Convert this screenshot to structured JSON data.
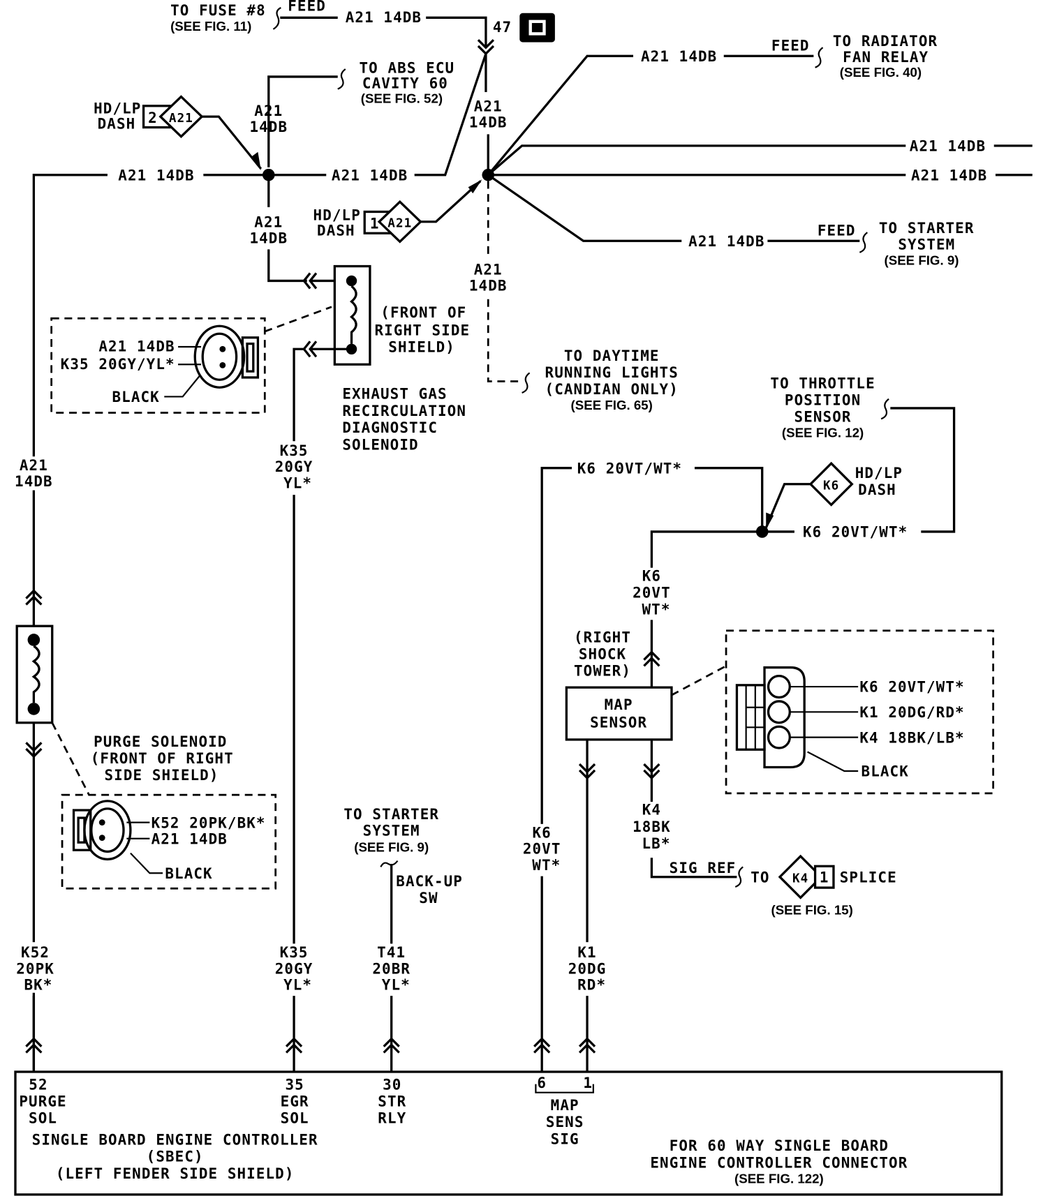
{
  "diagram": {
    "top": {
      "to_fuse": [
        "TO FUSE #8",
        "(SEE FIG. 11)"
      ],
      "feed": "FEED",
      "a21_top": "A21 14DB",
      "connector_pin": "47",
      "to_abs": [
        "TO ABS ECU",
        "CAVITY 60",
        "(SEE FIG. 52)"
      ],
      "to_radiator": [
        "TO RADIATOR",
        "FAN RELAY",
        "(SEE FIG. 40)"
      ],
      "to_starter": [
        "TO STARTER",
        "SYSTEM",
        "(SEE FIG. 9)"
      ],
      "to_drl": [
        "TO DAYTIME",
        "RUNNING LIGHTS",
        "(CANDIAN ONLY)",
        "(SEE FIG. 65)"
      ]
    },
    "wire_labels": {
      "a21": "A21 14DB",
      "a21_line1": "A21",
      "a21_line2": "14DB",
      "k35": [
        "K35",
        "20GY",
        "YL*"
      ],
      "k35_conn": "K35 20GY/YL*",
      "k52": [
        "K52",
        "20PK",
        "BK*"
      ],
      "k52_conn": "K52 20PK/BK*",
      "t41": [
        "T41",
        "20BR",
        "YL*"
      ],
      "k6": [
        "K6",
        "20VT",
        "WT*"
      ],
      "k6_horiz": "K6 20VT/WT*",
      "k1": [
        "K1",
        "20DG",
        "RD*"
      ],
      "k1_conn": "K1 20DG/RD*",
      "k4": [
        "K4",
        "18BK",
        "LB*"
      ],
      "k4_conn": "K4 18BK/LB*"
    },
    "splices": {
      "hdlp": [
        "HD/LP",
        "DASH"
      ],
      "splice2": {
        "num": "2",
        "id": "A21"
      },
      "splice1": {
        "num": "1",
        "id": "A21"
      },
      "k6_splice": {
        "id": "K6"
      },
      "k4_splice": {
        "num": "1",
        "id": "K4",
        "to": "TO",
        "label": "SPLICE",
        "ref": "(SEE FIG. 15)"
      },
      "sig_ref": "SIG REF",
      "feed": "FEED"
    },
    "components": {
      "egr_location": [
        "(FRONT OF",
        "RIGHT SIDE",
        "SHIELD)"
      ],
      "egr_name": [
        "EXHAUST GAS",
        "RECIRCULATION",
        "DIAGNOSTIC",
        "SOLENOID"
      ],
      "purge_name": [
        "PURGE SOLENOID",
        "(FRONT OF RIGHT",
        "SIDE SHIELD)"
      ],
      "connector_color": "BLACK",
      "tps": [
        "TO THROTTLE",
        "POSITION",
        "SENSOR",
        "(SEE FIG. 12)"
      ],
      "map_location": [
        "(RIGHT",
        "SHOCK",
        "TOWER)"
      ],
      "map_sensor": [
        "MAP",
        "SENSOR"
      ],
      "backup": [
        "BACK-UP",
        "SW"
      ],
      "starter_ref": [
        "TO STARTER",
        "SYSTEM",
        "(SEE FIG. 9)"
      ]
    },
    "sbec": {
      "pins": [
        {
          "num": "52",
          "lines": [
            "PURGE",
            "SOL"
          ]
        },
        {
          "num": "35",
          "lines": [
            "EGR",
            "SOL"
          ]
        },
        {
          "num": "30",
          "lines": [
            "STR",
            "RLY"
          ]
        },
        {
          "num": "6"
        },
        {
          "num": "1"
        }
      ],
      "map_group": [
        "MAP",
        "SENS",
        "SIG"
      ],
      "name": [
        "SINGLE BOARD ENGINE CONTROLLER",
        "(SBEC)",
        "(LEFT FENDER SIDE SHIELD)"
      ],
      "connector_note": [
        "FOR 60 WAY SINGLE BOARD",
        "ENGINE CONTROLLER CONNECTOR",
        "(SEE FIG. 122)"
      ]
    }
  }
}
